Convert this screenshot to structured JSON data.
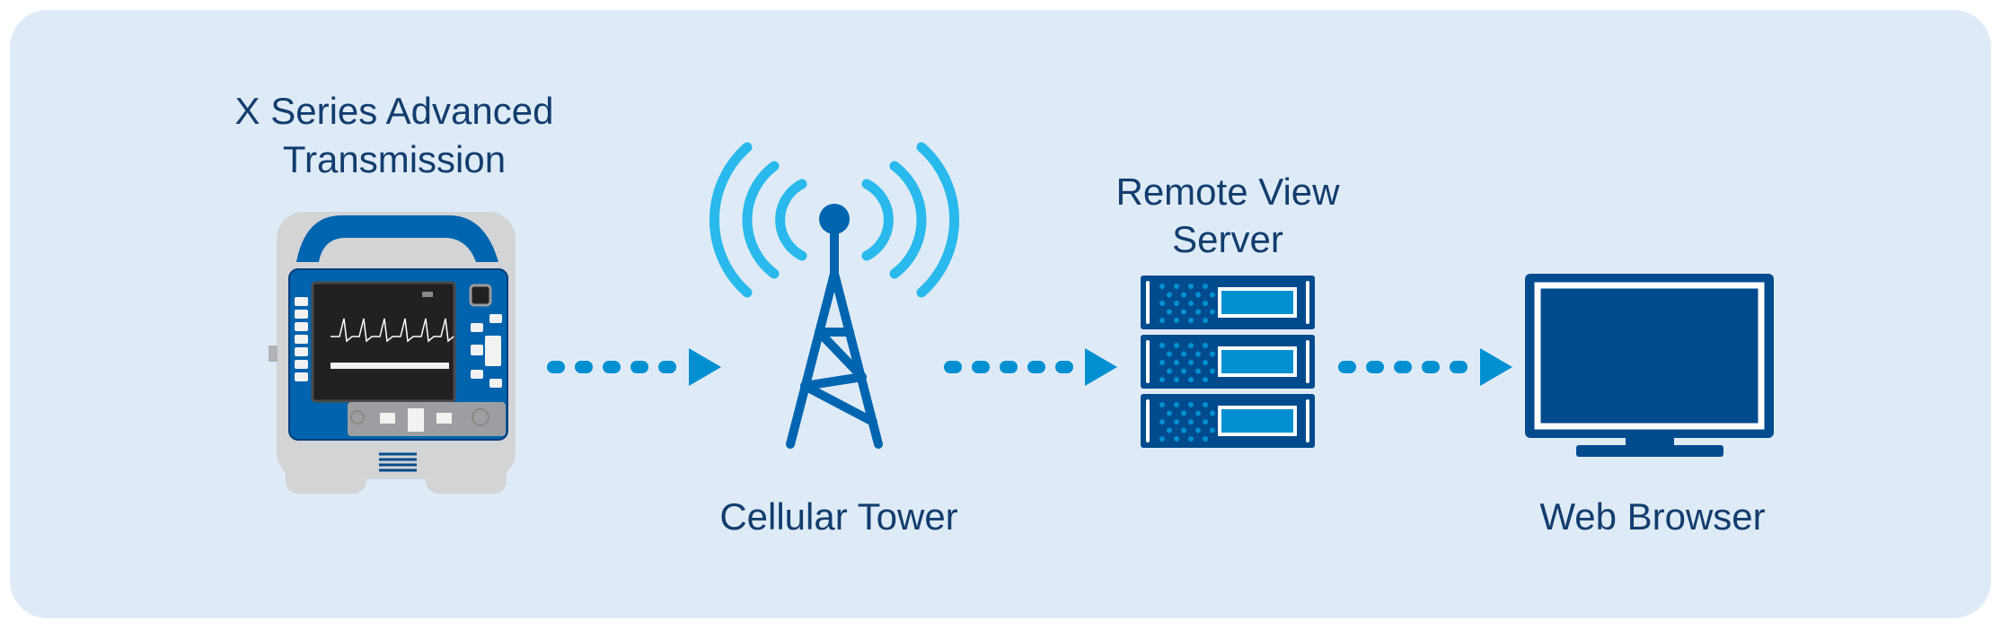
{
  "nodes": [
    {
      "id": "device",
      "title_line1": "X Series Advanced",
      "title_line2": "Transmission",
      "icon": "defibrillator-monitor-icon"
    },
    {
      "id": "tower",
      "label": "Cellular Tower",
      "icon": "cellular-tower-icon"
    },
    {
      "id": "server",
      "title_line1": "Remote View",
      "title_line2": "Server",
      "icon": "server-rack-icon"
    },
    {
      "id": "browser",
      "label": "Web Browser",
      "icon": "monitor-icon"
    }
  ],
  "colors": {
    "panel_bg": "#deebf7",
    "text": "#123d6e",
    "dark_blue": "#004b8d",
    "light_blue": "#0090d2",
    "signal_cyan": "#29b9ec",
    "device_gray": "#d3d4d6"
  }
}
